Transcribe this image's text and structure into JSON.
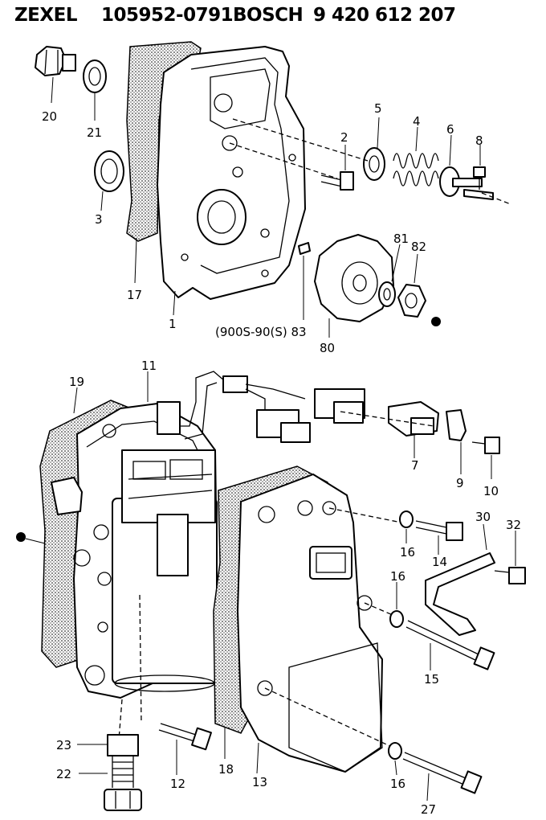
{
  "header": {
    "brand1": "ZEXEL",
    "part_no1": "105952-0791",
    "brand2": "BOSCH",
    "part_no2": "9 420 612 207"
  },
  "callouts": {
    "c20": "20",
    "c21": "21",
    "c3": "3",
    "c17": "17",
    "c1": "1",
    "c2": "2",
    "c5": "5",
    "c4": "4",
    "c6": "6",
    "c8": "8",
    "c81": "81",
    "c82": "82",
    "c83": "(900S-90(S) 83",
    "c80": "80",
    "c11": "11",
    "c19": "19",
    "c7": "7",
    "c9": "9",
    "c10": "10",
    "c30": "30",
    "c32": "32",
    "c16a": "16",
    "c14": "14",
    "c16b": "16",
    "c15": "15",
    "c23": "23",
    "c22": "22",
    "c12": "12",
    "c18": "18",
    "c13": "13",
    "c16c": "16",
    "c27": "27"
  }
}
